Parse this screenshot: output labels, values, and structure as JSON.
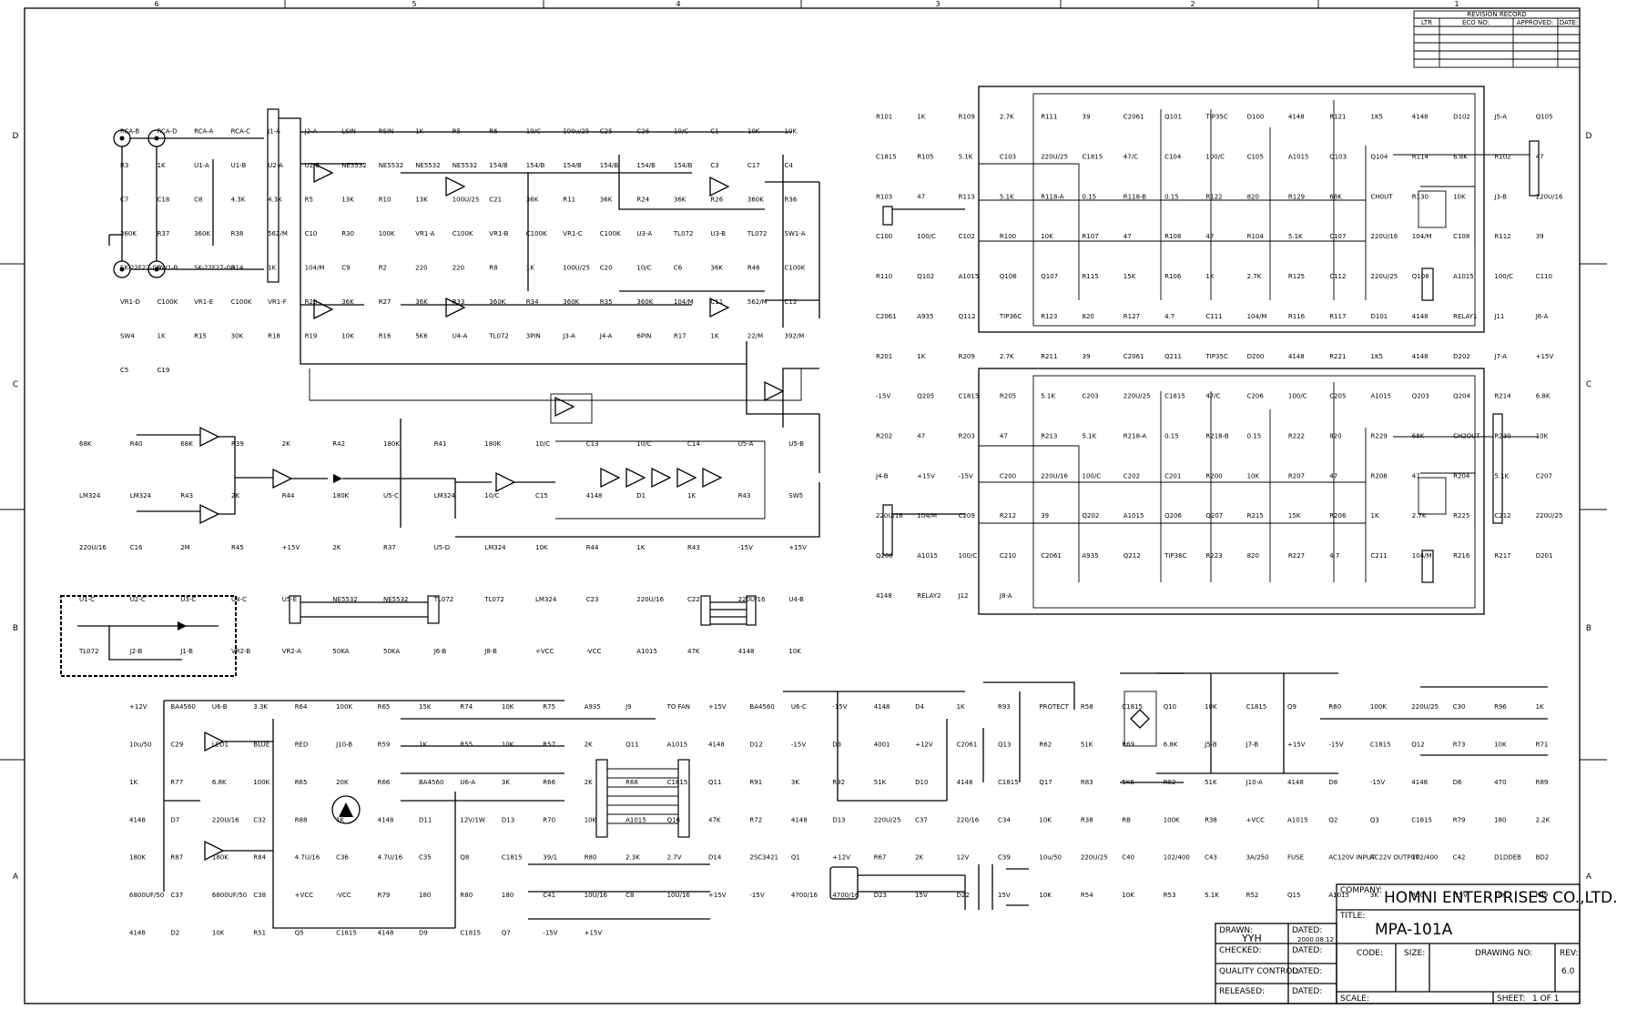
{
  "zones": {
    "columns": [
      "6",
      "5",
      "4",
      "3",
      "2",
      "1"
    ],
    "rows": [
      "D",
      "C",
      "B",
      "A"
    ]
  },
  "revision": {
    "title": "REVISION RECORD",
    "cols": [
      "LTR",
      "ECO NO:",
      "APPROVED:",
      "DATE:"
    ]
  },
  "titleblock": {
    "company_label": "COMPANY:",
    "company": "HOMNI ENTERPRISES CO.,LTD.",
    "title_label": "TITLE:",
    "title": "MPA-101A",
    "drawn_label": "DRAWN:",
    "drawn": "YYH",
    "dated_label": "DATED:",
    "dated": "2000.08.12",
    "checked_label": "CHECKED:",
    "qc_label": "QUALITY CONTROL:",
    "released_label": "RELEASED:",
    "code_label": "CODE:",
    "size_label": "SIZE:",
    "drawing_label": "DRAWING NO:",
    "rev_label": "REV:",
    "rev": "6.0",
    "scale_label": "SCALE:",
    "sheet_label": "SHEET:",
    "sheet": "1 OF 1"
  },
  "labels": {
    "preamp": [
      "RCA-B",
      "RCA-D",
      "RCA-A",
      "RCA-C",
      "J1-A",
      "J2-A",
      "LSIN",
      "RSIN",
      "1K",
      "R5",
      "R6",
      "10/C",
      "100u/25",
      "C25",
      "C26",
      "10/C",
      "C1",
      "10K",
      "10K",
      "R3",
      "1K",
      "U1-A",
      "U1-B",
      "U2-A",
      "U2-B",
      "NE5532",
      "NE5532",
      "NE5532",
      "NE5532",
      "154/B",
      "154/B",
      "154/B",
      "154/B",
      "154/B",
      "154/B",
      "C3",
      "C17",
      "C4",
      "C7",
      "C18",
      "C8",
      "4.3K",
      "4.3K",
      "R5",
      "13K",
      "R10",
      "13K",
      "100U/25",
      "C21",
      "36K",
      "R11",
      "36K",
      "R24",
      "36K",
      "R26",
      "360K",
      "R36",
      "360K",
      "R37",
      "360K",
      "R38",
      "562/M",
      "C10",
      "R30",
      "100K",
      "VR1-A",
      "C100K",
      "VR1-B",
      "C100K",
      "VR1-C",
      "C100K",
      "U3-A",
      "TL072",
      "U3-B",
      "TL072",
      "SW1-A",
      "SK-22F27-G9",
      "SW1-B",
      "SK-22F27-G9",
      "R14",
      "1K",
      "104/M",
      "C9",
      "R2",
      "220",
      "220",
      "R8",
      "1K",
      "100U/25",
      "C20",
      "10/C",
      "C6",
      "36K",
      "R46",
      "C100K",
      "VR1-D",
      "C100K",
      "VR1-E",
      "C100K",
      "VR1-F",
      "R25",
      "36K",
      "R27",
      "36K",
      "R33",
      "360K",
      "R34",
      "360K",
      "R35",
      "360K",
      "104/M",
      "C11",
      "562/M",
      "C12",
      "SW4",
      "1K",
      "R15",
      "30K",
      "R18",
      "R19",
      "10K",
      "R16",
      "5K6",
      "U4-A",
      "TL072",
      "3PIN",
      "J3-A",
      "J4-A",
      "6PIN",
      "R17",
      "1K",
      "22/M",
      "392/M",
      "C5",
      "C19"
    ],
    "left": [
      "68K",
      "R40",
      "68K",
      "R39",
      "2K",
      "R42",
      "180K",
      "R41",
      "180K",
      "10/C",
      "C13",
      "10/C",
      "C14",
      "U5-A",
      "U5-B",
      "LM324",
      "LM324",
      "R43",
      "2K",
      "R44",
      "180K",
      "U5-C",
      "LM324",
      "10/C",
      "C15",
      "4148",
      "D1",
      "1K",
      "R43",
      "SW5",
      "220U/16",
      "C16",
      "2M",
      "R45",
      "+15V",
      "2K",
      "R37",
      "U5-D",
      "LM324",
      "10K",
      "R44",
      "1K",
      "R43",
      "-15V",
      "+15V",
      "U1-C",
      "U2-C",
      "U3-C",
      "U4-C",
      "U5-E",
      "NE5532",
      "NE5532",
      "TL072",
      "TL072",
      "LM324",
      "C23",
      "220U/16",
      "C22",
      "220U/16",
      "U4-B",
      "TL072",
      "J2-B",
      "J1-B",
      "VR2-B",
      "VR2-A",
      "50KA",
      "50KA",
      "J6-B",
      "J8-B",
      "+VCC",
      "-VCC",
      "A1015",
      "47K",
      "4148",
      "10K"
    ],
    "power": [
      "R101",
      "1K",
      "R109",
      "2.7K",
      "R111",
      "39",
      "C2061",
      "Q101",
      "TIP35C",
      "D100",
      "4148",
      "R121",
      "1K5",
      "4148",
      "D102",
      "J5-A",
      "Q105",
      "C1815",
      "R105",
      "5.1K",
      "C103",
      "220U/25",
      "C1815",
      "47/C",
      "C104",
      "100/C",
      "C105",
      "A1015",
      "Q103",
      "Q104",
      "R114",
      "6.8K",
      "R102",
      "47",
      "R103",
      "47",
      "R113",
      "5.1K",
      "R118-A",
      "0.15",
      "R118-B",
      "0.15",
      "R122",
      "820",
      "R129",
      "68K",
      "CH0UT",
      "R130",
      "10K",
      "J3-B",
      "220U/16",
      "C100",
      "100/C",
      "C102",
      "R100",
      "10K",
      "R107",
      "47",
      "R108",
      "47",
      "R104",
      "5.1K",
      "C107",
      "220U/16",
      "104/M",
      "C108",
      "R112",
      "39",
      "R110",
      "Q102",
      "A1015",
      "Q106",
      "Q107",
      "R115",
      "15K",
      "R106",
      "1K",
      "2.7K",
      "R125",
      "C112",
      "220U/25",
      "Q108",
      "A1015",
      "100/C",
      "C110",
      "C2061",
      "A935",
      "Q112",
      "TIP36C",
      "R123",
      "820",
      "R127",
      "4.7",
      "C111",
      "104/M",
      "R116",
      "R117",
      "D101",
      "4148",
      "RELAY1",
      "J11",
      "J6-A",
      "R201",
      "1K",
      "R209",
      "2.7K",
      "R211",
      "39",
      "C2061",
      "Q211",
      "TIP35C",
      "D200",
      "4148",
      "R221",
      "1K5",
      "4148",
      "D202",
      "J7-A",
      "+15V",
      "-15V",
      "Q205",
      "C1815",
      "R205",
      "5.1K",
      "C203",
      "220U/25",
      "C1815",
      "47/C",
      "C206",
      "100/C",
      "C205",
      "A1015",
      "Q203",
      "Q204",
      "R214",
      "6.8K",
      "R202",
      "47",
      "R203",
      "47",
      "R213",
      "5.1K",
      "R218-A",
      "0.15",
      "R218-B",
      "0.15",
      "R222",
      "820",
      "R229",
      "68K",
      "CH2OUT",
      "R230",
      "10K",
      "J4-B",
      "+15V",
      "-15V",
      "C200",
      "220U/16",
      "100/C",
      "C202",
      "C201",
      "R200",
      "10K",
      "R207",
      "47",
      "R208",
      "47",
      "R204",
      "5.1K",
      "C207",
      "220U/16",
      "104/M",
      "C209",
      "R212",
      "39",
      "Q202",
      "A1015",
      "Q206",
      "Q207",
      "R215",
      "15K",
      "R206",
      "1K",
      "2.7K",
      "R225",
      "C212",
      "220U/25",
      "Q208",
      "A1015",
      "100/C",
      "C210",
      "C2061",
      "A935",
      "Q212",
      "TIP36C",
      "R223",
      "820",
      "R227",
      "4.7",
      "C211",
      "104/M",
      "R216",
      "R217",
      "D201",
      "4148",
      "RELAY2",
      "J12",
      "J8-A"
    ],
    "bottom": [
      "+12V",
      "BA4560",
      "U6-B",
      "3.3K",
      "R64",
      "100K",
      "R65",
      "15K",
      "R74",
      "10K",
      "R75",
      "A935",
      "J9",
      "TO FAN",
      "+15V",
      "BA4560",
      "U6-C",
      "-15V",
      "4148",
      "D4",
      "1K",
      "R93",
      "PROTECT",
      "R58",
      "C1815",
      "Q10",
      "10K",
      "C1815",
      "Q9",
      "R60",
      "100K",
      "220U/25",
      "C30",
      "R96",
      "1K",
      "10u/50",
      "C29",
      "LED1",
      "BLUE",
      "RED",
      "J10-B",
      "R59",
      "1K",
      "R55",
      "10K",
      "R57",
      "2K",
      "Q11",
      "A1015",
      "4148",
      "D12",
      "-15V",
      "D3",
      "4001",
      "+12V",
      "C2061",
      "Q13",
      "R62",
      "51K",
      "R69",
      "6.8K",
      "J5-B",
      "J7-B",
      "+15V",
      "-15V",
      "C1815",
      "Q12",
      "R73",
      "10K",
      "R71",
      "1K",
      "R77",
      "6.8K",
      "100K",
      "R65",
      "20K",
      "R66",
      "BA4560",
      "U6-A",
      "3K",
      "R66",
      "2K",
      "R68",
      "C1815",
      "Q11",
      "R91",
      "3K",
      "R92",
      "51K",
      "D10",
      "4148",
      "C1815",
      "Q17",
      "R83",
      "5K6",
      "R82",
      "51K",
      "J10-A",
      "4148",
      "D8",
      "-15V",
      "4148",
      "D6",
      "470",
      "R89",
      "4148",
      "D7",
      "220U/16",
      "C32",
      "R88",
      "1K",
      "4148",
      "D11",
      "12V/1W",
      "D13",
      "R70",
      "10K",
      "A1015",
      "Q16",
      "47K",
      "R72",
      "4148",
      "D13",
      "220U/25",
      "C37",
      "220/16",
      "C34",
      "10K",
      "R38",
      "RB",
      "100K",
      "R38",
      "+VCC",
      "A1015",
      "Q2",
      "Q3",
      "C1815",
      "R79",
      "180",
      "2.2K",
      "180K",
      "R87",
      "180K",
      "R84",
      "4.7U/16",
      "C36",
      "4.7U/16",
      "C35",
      "Q8",
      "C1815",
      "39/1",
      "R80",
      "2.3K",
      "2.7V",
      "D14",
      "2SC3421",
      "Q1",
      "+12V",
      "R67",
      "2K",
      "12V",
      "C39",
      "10u/50",
      "220U/25",
      "C40",
      "102/400",
      "C43",
      "3A/250",
      "FUSE",
      "AC120V INPUT",
      "AC22V OUTPUT",
      "102/400",
      "C42",
      "D1DDEB",
      "BD2",
      "6800UF/50",
      "C37",
      "6800UF/50",
      "C38",
      "+VCC",
      "-VCC",
      "R79",
      "180",
      "R80",
      "180",
      "C41",
      "10U/16",
      "C8",
      "10U/16",
      "+15V",
      "-15V",
      "4700/16",
      "4700/16",
      "D23",
      "15V",
      "D22",
      "15V",
      "10K",
      "R54",
      "10K",
      "R53",
      "5.1K",
      "R52",
      "Q15",
      "A1015",
      "3K",
      "R50",
      "-15V",
      "10K",
      "R49",
      "4148",
      "D2",
      "10K",
      "R51",
      "Q5",
      "C1815",
      "4148",
      "D9",
      "C1815",
      "Q7",
      "-15V",
      "+15V"
    ]
  }
}
